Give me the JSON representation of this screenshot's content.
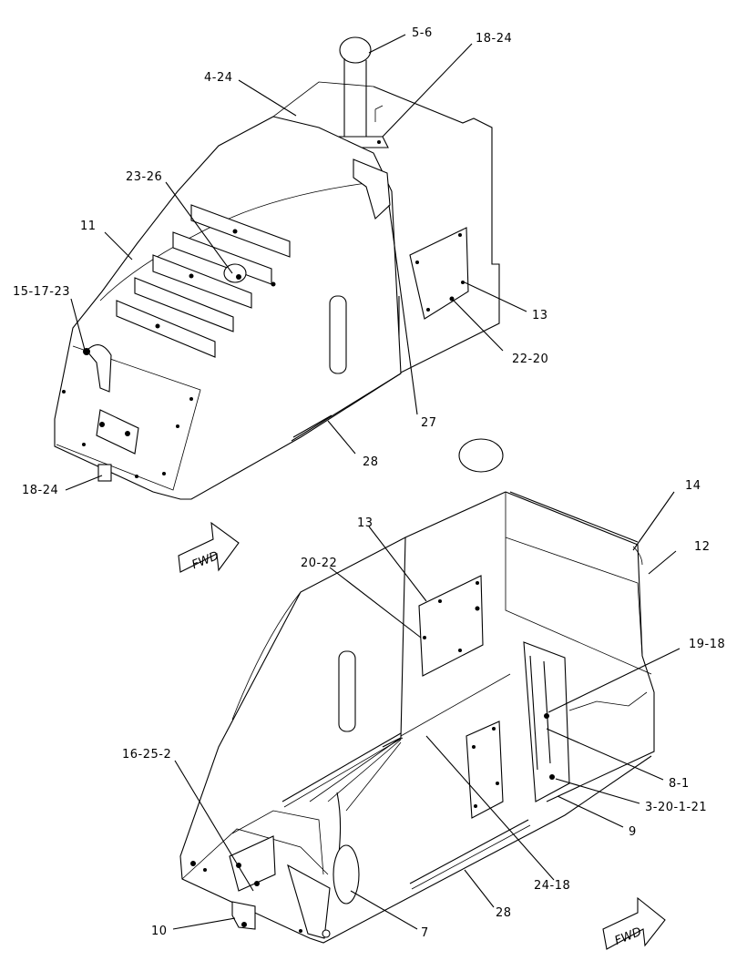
{
  "diagram": {
    "callouts": [
      {
        "id": "c1",
        "text": "5-6"
      },
      {
        "id": "c2",
        "text": "18-24"
      },
      {
        "id": "c3",
        "text": "4-24"
      },
      {
        "id": "c4",
        "text": "23-26"
      },
      {
        "id": "c5",
        "text": "11"
      },
      {
        "id": "c6",
        "text": "15-17-23"
      },
      {
        "id": "c7",
        "text": "13"
      },
      {
        "id": "c8",
        "text": "22-20"
      },
      {
        "id": "c9",
        "text": "27"
      },
      {
        "id": "c10",
        "text": "28"
      },
      {
        "id": "c11",
        "text": "18-24"
      },
      {
        "id": "c12",
        "text": "14"
      },
      {
        "id": "c13",
        "text": "12"
      },
      {
        "id": "c14",
        "text": "13"
      },
      {
        "id": "c15",
        "text": "20-22"
      },
      {
        "id": "c16",
        "text": "19-18"
      },
      {
        "id": "c17",
        "text": "8-1"
      },
      {
        "id": "c18",
        "text": "3-20-1-21"
      },
      {
        "id": "c19",
        "text": "9"
      },
      {
        "id": "c20",
        "text": "16-25-2"
      },
      {
        "id": "c21",
        "text": "24-18"
      },
      {
        "id": "c22",
        "text": "28"
      },
      {
        "id": "c23",
        "text": "10"
      },
      {
        "id": "c24",
        "text": "7"
      }
    ],
    "arrows": [
      {
        "id": "a1",
        "text": "FWD"
      },
      {
        "id": "a2",
        "text": "FWD"
      }
    ]
  }
}
